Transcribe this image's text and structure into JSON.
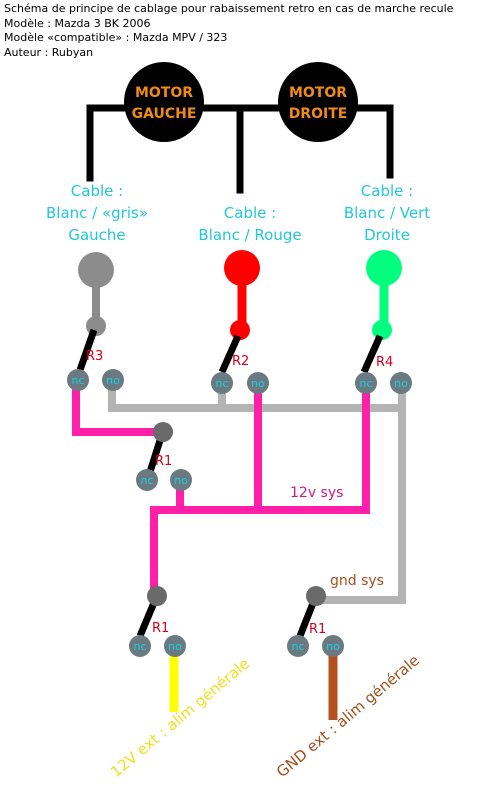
{
  "header": {
    "line1": "Schéma de principe de cablage pour rabaissement retro en cas de marche recule",
    "line2": "Modèle : Mazda 3 BK 2006",
    "line3": "Modèle «compatible» : Mazda MPV / 323",
    "line4": "Auteur : Rubyan"
  },
  "motors": {
    "left": {
      "line1": "MOTOR",
      "line2": "GAUCHE"
    },
    "right": {
      "line1": "MOTOR",
      "line2": "DROITE"
    }
  },
  "cables": {
    "left": {
      "line1": "Cable :",
      "line2": "Blanc / «gris»",
      "line3": "Gauche"
    },
    "middle": {
      "line1": "Cable :",
      "line2": "Blanc / Rouge"
    },
    "right": {
      "line1": "Cable :",
      "line2": "Blanc / Vert",
      "line3": "Droite"
    }
  },
  "relays": {
    "r3": "R3",
    "r2": "R2",
    "r4": "R4",
    "r1_mid": "R1",
    "r1_left": "R1",
    "r1_right": "R1"
  },
  "pins": {
    "nc": "nc",
    "no": "no"
  },
  "nets": {
    "v12_sys": "12v sys",
    "gnd_sys": "gnd sys",
    "v12_ext": "12V ext : alim générale",
    "gnd_ext": "GND ext : alim générale"
  },
  "colors": {
    "motor_fill": "#000000",
    "motor_text": "#f08a18",
    "cable_text": "#22c8d8",
    "gray_wire": "#b4b4b4",
    "gray_terminal": "#8c8c8c",
    "red_wire": "#ff0000",
    "green_wire": "#00ff7f",
    "pink_wire": "#ff1fa8",
    "yellow_wire": "#ffff00",
    "brown_wire": "#b4501e",
    "relay_label": "#d8001a",
    "pin_text": "#14d2e4",
    "pin_fill": "#6a7a80"
  }
}
